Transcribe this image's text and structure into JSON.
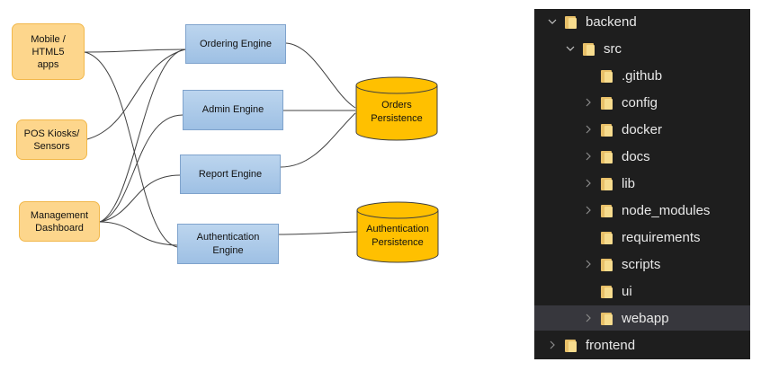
{
  "diagram": {
    "clients": [
      {
        "label": "Mobile /\nHTML5\napps"
      },
      {
        "label": "POS Kiosks/\nSensors"
      },
      {
        "label": "Management\nDashboard"
      }
    ],
    "engines": [
      {
        "label": "Ordering Engine"
      },
      {
        "label": "Admin Engine"
      },
      {
        "label": "Report Engine"
      },
      {
        "label": "Authentication\nEngine"
      }
    ],
    "databases": [
      {
        "label": "Orders\nPersistence"
      },
      {
        "label": "Authentication\nPersistence"
      }
    ],
    "colors": {
      "client_fill": "#fdd68c",
      "engine_fill": "#a9c8e8",
      "database_fill": "#ffc000",
      "connector": "#404040"
    }
  },
  "explorer": {
    "items": [
      {
        "label": "backend",
        "level": 0,
        "expanded": true,
        "chevron": "down",
        "selected": false
      },
      {
        "label": "src",
        "level": 1,
        "expanded": true,
        "chevron": "down",
        "selected": false
      },
      {
        "label": ".github",
        "level": 2,
        "chevron": "none",
        "selected": false
      },
      {
        "label": "config",
        "level": 2,
        "chevron": "right",
        "selected": false
      },
      {
        "label": "docker",
        "level": 2,
        "chevron": "right",
        "selected": false
      },
      {
        "label": "docs",
        "level": 2,
        "chevron": "right",
        "selected": false
      },
      {
        "label": "lib",
        "level": 2,
        "chevron": "right",
        "selected": false
      },
      {
        "label": "node_modules",
        "level": 2,
        "chevron": "right",
        "selected": false
      },
      {
        "label": "requirements",
        "level": 2,
        "chevron": "none",
        "selected": false
      },
      {
        "label": "scripts",
        "level": 2,
        "chevron": "right",
        "selected": false
      },
      {
        "label": "ui",
        "level": 2,
        "chevron": "none",
        "selected": false
      },
      {
        "label": "webapp",
        "level": 2,
        "chevron": "right",
        "selected": true
      },
      {
        "label": "frontend",
        "level": 0,
        "chevron": "right",
        "selected": false
      }
    ],
    "colors": {
      "background": "#1e1e1e",
      "selected": "#37373d",
      "text": "#e8e8e8",
      "folder": "#e8c069"
    }
  }
}
